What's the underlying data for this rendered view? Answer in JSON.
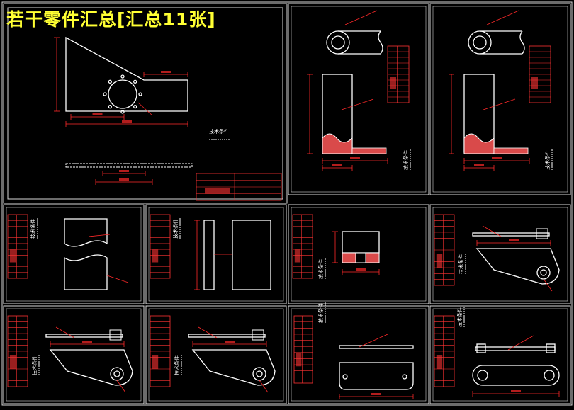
{
  "header": {
    "title": "若干零件汇总[汇总11张]"
  },
  "drawing": {
    "notes_heading": "技术条件",
    "colors": {
      "background": "#000000",
      "outline": "#ffffff",
      "dimension": "#ff2a2a",
      "title_block": "#ff3333",
      "hatch": "#d94a4a",
      "frame": "#d8d8d8",
      "title_text": "#ffff33"
    },
    "sheets": [
      {
        "id": "sheet-1",
        "view": "gusset-plate"
      },
      {
        "id": "sheet-2",
        "view": "ring-end-bar"
      },
      {
        "id": "sheet-3",
        "view": "ring-end-bar"
      },
      {
        "id": "sheet-4",
        "view": "broken-plate"
      },
      {
        "id": "sheet-5",
        "view": "two-view-plate"
      },
      {
        "id": "sheet-6",
        "view": "small-block"
      },
      {
        "id": "sheet-7",
        "view": "lever-bracket"
      },
      {
        "id": "sheet-8",
        "view": "lever-bracket"
      },
      {
        "id": "sheet-9",
        "view": "lever-bracket"
      },
      {
        "id": "sheet-10",
        "view": "round-end-plate"
      },
      {
        "id": "sheet-11",
        "view": "double-hole-link"
      }
    ]
  }
}
